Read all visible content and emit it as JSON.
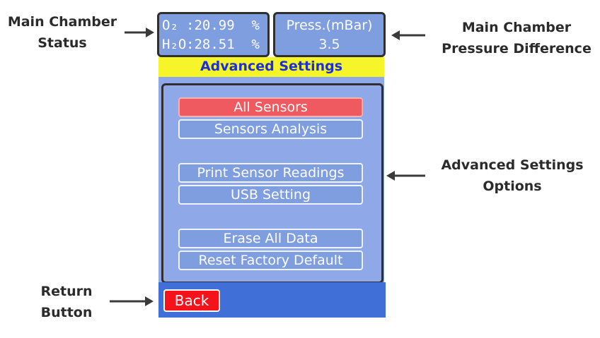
{
  "annotations": {
    "status": [
      "Main Chamber",
      "Status"
    ],
    "pressure": [
      "Main Chamber",
      "Pressure Difference"
    ],
    "options": [
      "Advanced Settings",
      "Options"
    ],
    "return": [
      "Return",
      "Button"
    ]
  },
  "status": {
    "o2_label": "O₂",
    "o2_value": ":20.99",
    "o2_unit": "%",
    "h2o_label": "H₂O",
    "h2o_value": ":28.51",
    "h2o_unit": "%",
    "pressure_label": "Press.(mBar)",
    "pressure_value": "3.5"
  },
  "screen": {
    "title": "Advanced Settings",
    "options": [
      {
        "label": "All Sensors",
        "active": true
      },
      {
        "label": "Sensors Analysis",
        "active": false
      },
      {
        "label": "Print Sensor Readings",
        "active": false
      },
      {
        "label": "USB Setting",
        "active": false
      },
      {
        "label": "Erase All Data",
        "active": false
      },
      {
        "label": "Reset Factory Default",
        "active": false
      }
    ],
    "back_label": "Back"
  },
  "colors": {
    "panel": "#7e9ee0",
    "title_bar": "#f5f52a",
    "title_text": "#1c2fd8",
    "active_option": "#ee5a5f",
    "bottom_bar": "#3f6fd7",
    "back_button": "#f5121a"
  }
}
